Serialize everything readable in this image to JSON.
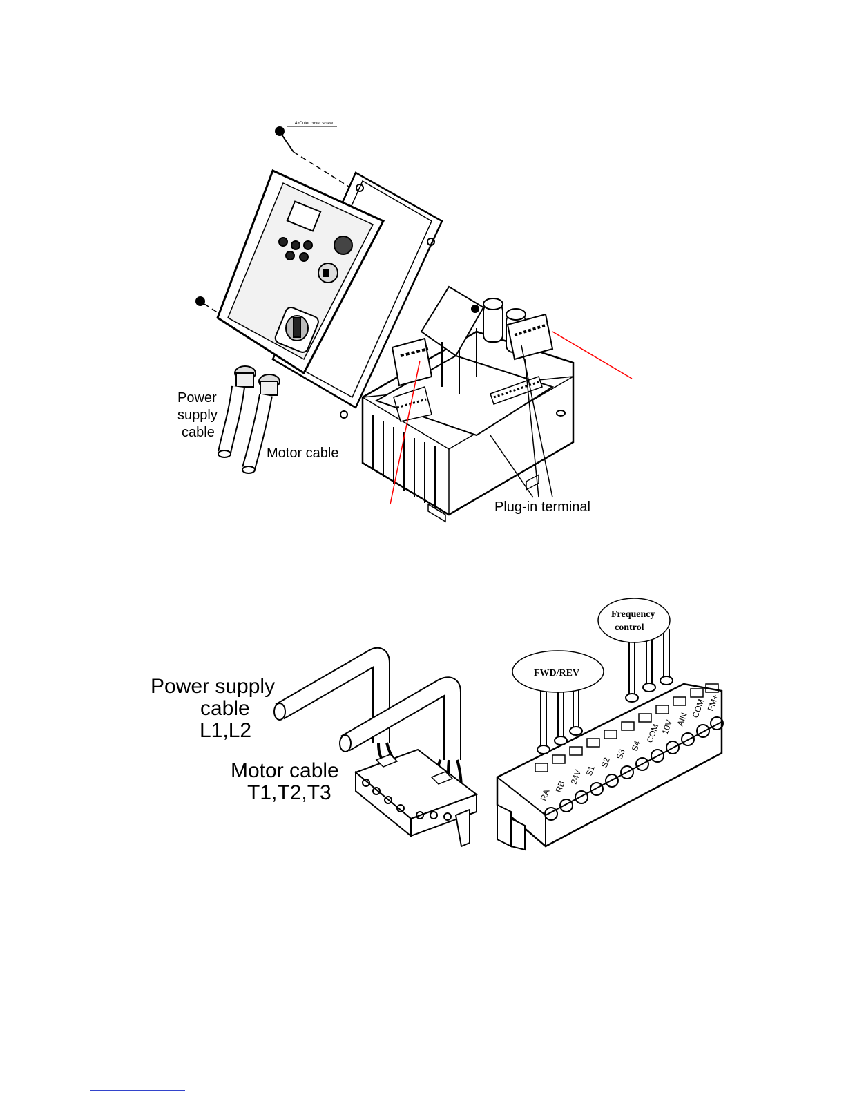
{
  "figure1": {
    "screw_label": "4xOuter cover screw",
    "power_cable_label": [
      "Power",
      "supply",
      "cable"
    ],
    "motor_cable_label": "Motor cable",
    "plugin_terminal_label": "Plug-in terminal"
  },
  "figure2": {
    "power_label": [
      "Power supply",
      "cable",
      "L1,L2"
    ],
    "motor_label": [
      "Motor cable",
      "T1,T2,T3"
    ],
    "fwd_rev_label": "FWD/REV",
    "freq_label": [
      "Frequency",
      "control"
    ],
    "terminals": [
      "RA",
      "RB",
      "24V",
      "S1",
      "S2",
      "S3",
      "S4",
      "COM",
      "10V",
      "AIN",
      "COM",
      "FM+"
    ]
  },
  "colors": {
    "annotation": "#ff0000",
    "footer_link": "#3344cc"
  }
}
